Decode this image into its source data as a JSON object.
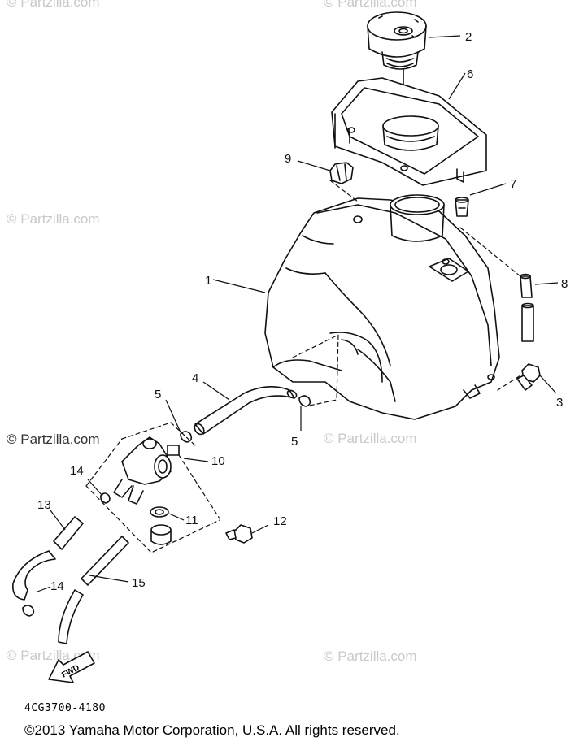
{
  "diagram": {
    "callouts": {
      "c1": "1",
      "c2": "2",
      "c3": "3",
      "c4": "4",
      "c5a": "5",
      "c5b": "5",
      "c6": "6",
      "c7": "7",
      "c8": "8",
      "c9": "9",
      "c10": "10",
      "c11": "11",
      "c12": "12",
      "c13": "13",
      "c14a": "14",
      "c14b": "14",
      "c15": "15"
    },
    "fwd_label": "FWD",
    "watermarks": {
      "w1": "© Partzilla.com",
      "w2": "© Partzilla.com",
      "w3": "© Partzilla.com",
      "w4": "© Partzilla.com",
      "w5": "© Partzilla.com",
      "w6": "© Partzilla.com",
      "w7": "© Partzilla.com"
    }
  },
  "footer": {
    "part_code": "4CG3700-4180",
    "copyright": "©2013  Yamaha Motor Corporation, U.S.A. All rights reserved."
  }
}
